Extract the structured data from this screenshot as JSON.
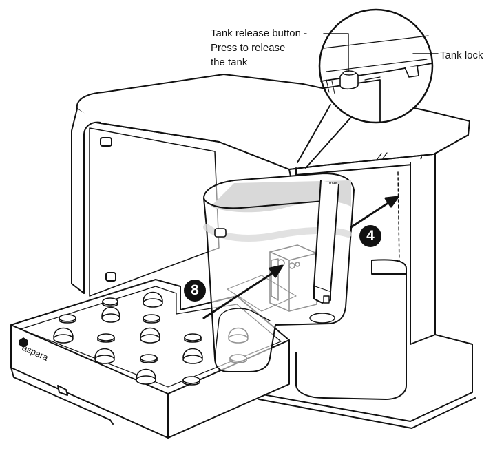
{
  "callouts": {
    "tank_release": [
      "Tank release button -",
      "Press to release",
      "the tank"
    ],
    "tank_lock": "Tank lock"
  },
  "steps": {
    "step_8": "8",
    "step_4": "4"
  },
  "brand": "aspara",
  "markings": {
    "max_label": "max"
  },
  "colors": {
    "line": "#111111",
    "water": "#d9d9d9",
    "fill": "#ffffff"
  }
}
